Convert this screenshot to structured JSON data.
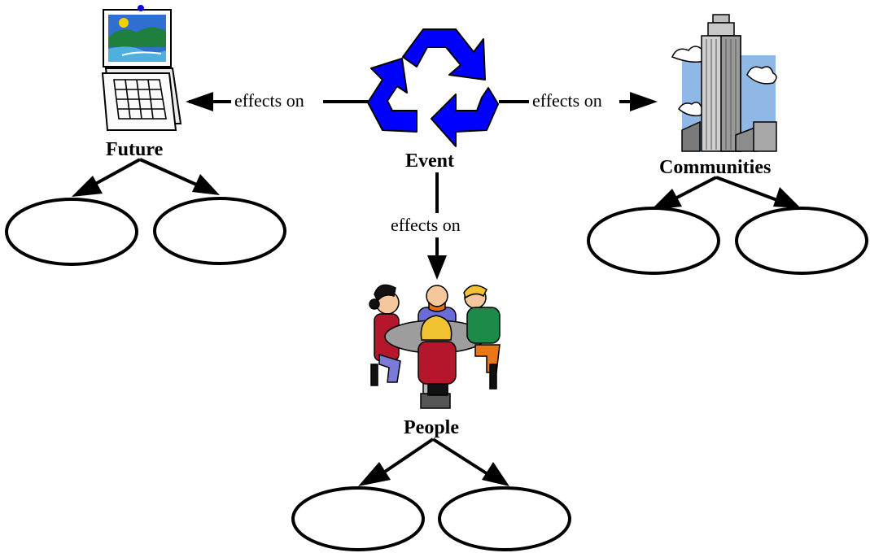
{
  "nodes": {
    "event": {
      "title": "Event",
      "icon": "recycle-icon"
    },
    "future": {
      "title": "Future",
      "icon": "calendar-icon"
    },
    "communities": {
      "title": "Communities",
      "icon": "skyscraper-icon"
    },
    "people": {
      "title": "People",
      "icon": "people-at-table-icon"
    }
  },
  "edges": {
    "to_future": "effects on",
    "to_communities": "effects on",
    "to_people": "effects on"
  },
  "colors": {
    "recycle": "#0000ff",
    "line": "#000000"
  }
}
